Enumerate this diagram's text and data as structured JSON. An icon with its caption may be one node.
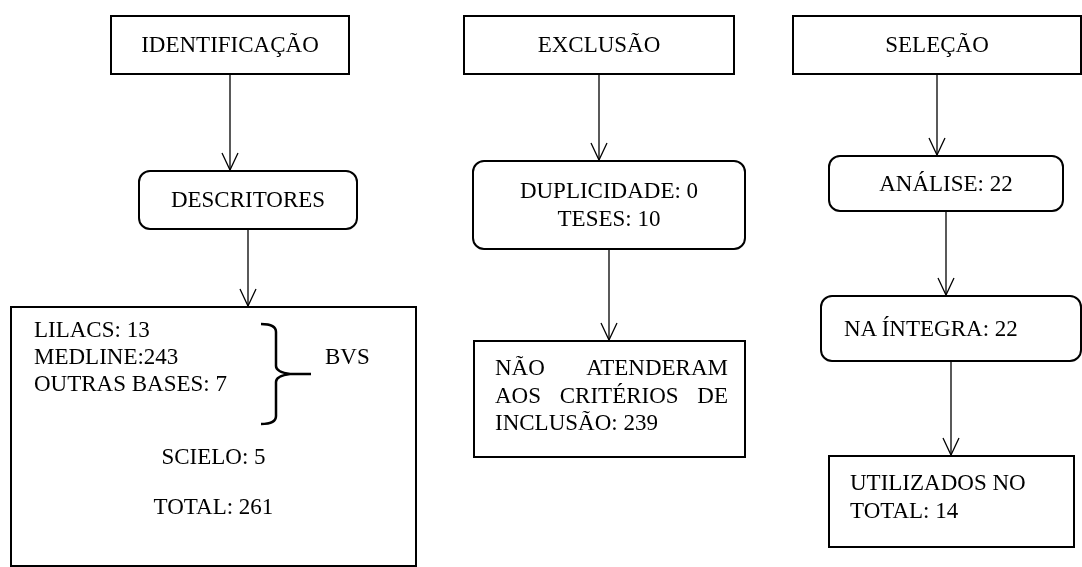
{
  "diagram": {
    "nodes": [
      {
        "text": [
          "IDENTIFICAÇÃO"
        ]
      },
      {
        "text": [
          "DESCRITORES"
        ]
      },
      {
        "text": [
          "LILACS: 13",
          "MEDLINE:243",
          "OUTRAS BASES: 7",
          "BVS",
          "SCIELO: 5",
          "TOTAL: 261"
        ]
      },
      {
        "text": [
          "EXCLUSÃO"
        ]
      },
      {
        "text": [
          "DUPLICIDADE: 0",
          "TESES: 10"
        ]
      },
      {
        "text": [
          "NÃO ATENDERAM AOS CRITÉRIOS DE INCLUSÃO: 239"
        ]
      },
      {
        "text": [
          "SELEÇÃO"
        ]
      },
      {
        "text": [
          "ANÁLISE: 22"
        ]
      },
      {
        "text": [
          "NA ÍNTEGRA: 22"
        ]
      },
      {
        "text": [
          "UTILIZADOS NO TOTAL: 14"
        ]
      }
    ],
    "edges": [
      {
        "from": 0,
        "to": 1,
        "arrow": "to"
      },
      {
        "from": 1,
        "to": 2,
        "arrow": "to"
      },
      {
        "from": 3,
        "to": 4,
        "arrow": "to"
      },
      {
        "from": 4,
        "to": 5,
        "arrow": "to"
      },
      {
        "from": 6,
        "to": 7,
        "arrow": "to"
      },
      {
        "from": 7,
        "to": 8,
        "arrow": "to"
      },
      {
        "from": 8,
        "to": 9,
        "arrow": "to"
      }
    ]
  }
}
